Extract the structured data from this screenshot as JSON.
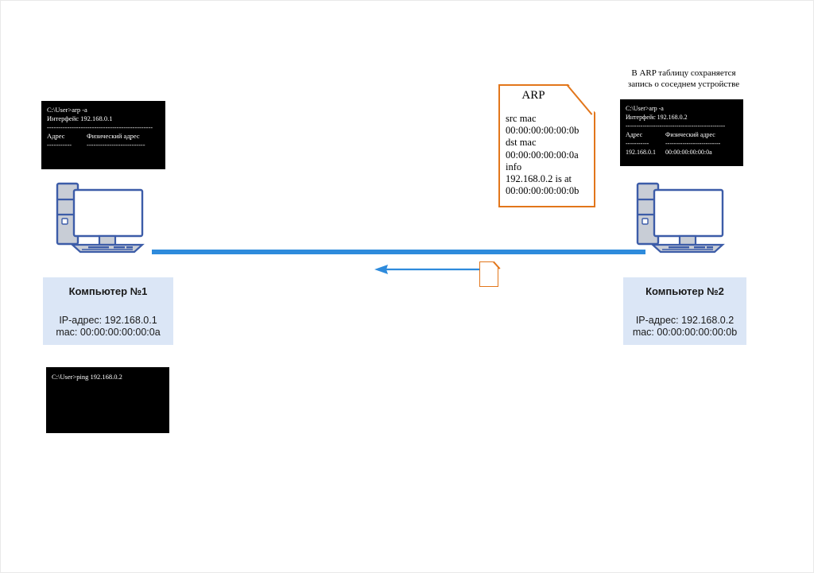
{
  "diagram": {
    "title_note": {
      "line1": "В ARP таблицу сохраняется",
      "line2": "запись о соседнем устройстве"
    },
    "terminal_left": {
      "name": "arp-table-computer-1",
      "prompt": "C:\\User>arp -a",
      "interface_line": "Интерфейс 192.168.0.1",
      "divider_top": "-----------------------------------------------",
      "col_address": "Адрес",
      "col_physical": "Физический адрес",
      "divider_mid_a": "-----------",
      "divider_mid_b": "--------------------------",
      "rows": []
    },
    "terminal_right": {
      "name": "arp-table-computer-2",
      "prompt": "C:\\User>arp -a",
      "interface_line": "Интерфейс 192.168.0.2",
      "divider_top": "-----------------------------------------------",
      "col_address": "Адрес",
      "col_physical": "Физический адрес",
      "divider_mid_a": "-----------",
      "divider_mid_b": "--------------------------",
      "row_address": "192.168.0.1",
      "row_physical": "00:00:00:00:00:0a"
    },
    "terminal_ping": {
      "name": "ping-console-computer-1",
      "prompt": "C:\\User>ping 192.168.0.2"
    },
    "arp_packet": {
      "title": "ARP",
      "body": "src mac\n00:00:00:00:00:0b\ndst mac\n00:00:00:00:00:0a\ninfo\n192.168.0.2 is at\n00:00:00:00:00:0b"
    },
    "computer_left": {
      "title": "Компьютер №1",
      "details": "IP-адрес: 192.168.0.1\nmac: 00:00:00:00:00:0a"
    },
    "computer_right": {
      "title": "Компьютер №2",
      "details": "IP-адрес: 192.168.0.2\nmac: 00:00:00:00:00:0b"
    },
    "colors": {
      "link_blue": "#2e8bdc",
      "packet_orange": "#e2761b",
      "label_fill": "#dbe6f6",
      "monitor_stroke": "#3c5ca8",
      "monitor_fill": "#c8cdd6"
    },
    "icons": {
      "computer": "desktop-computer-icon",
      "packet": "document-icon",
      "arrow": "arrow-left-icon"
    }
  }
}
